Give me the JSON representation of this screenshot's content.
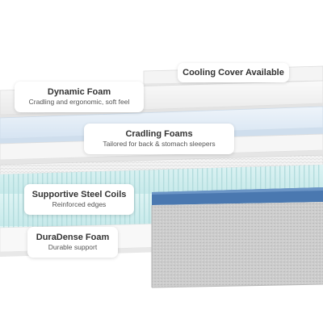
{
  "layers": [
    {
      "id": "cooling-cover",
      "title": "Cooling Cover Available",
      "subtitle": ""
    },
    {
      "id": "dynamic-foam",
      "title": "Dynamic Foam",
      "subtitle": "Cradling and ergonomic, soft feel"
    },
    {
      "id": "cradling-foams",
      "title": "Cradling Foams",
      "subtitle": "Tailored for back & stomach sleepers"
    },
    {
      "id": "supportive-steel-coils",
      "title": "Supportive Steel Coils",
      "subtitle": "Reinforced edges"
    },
    {
      "id": "duradense-foam",
      "title": "DuraDense Foam",
      "subtitle": "Durable support"
    }
  ],
  "colors": {
    "background": "#ffffff",
    "foam_white": "#f2f2f2",
    "gel_blue": "#dde9f5",
    "coil_mint": "#cfeeee",
    "side_panel_blue": "#3f6fa8",
    "side_panel_gray": "#c8c8c8",
    "label_text": "#333333"
  }
}
